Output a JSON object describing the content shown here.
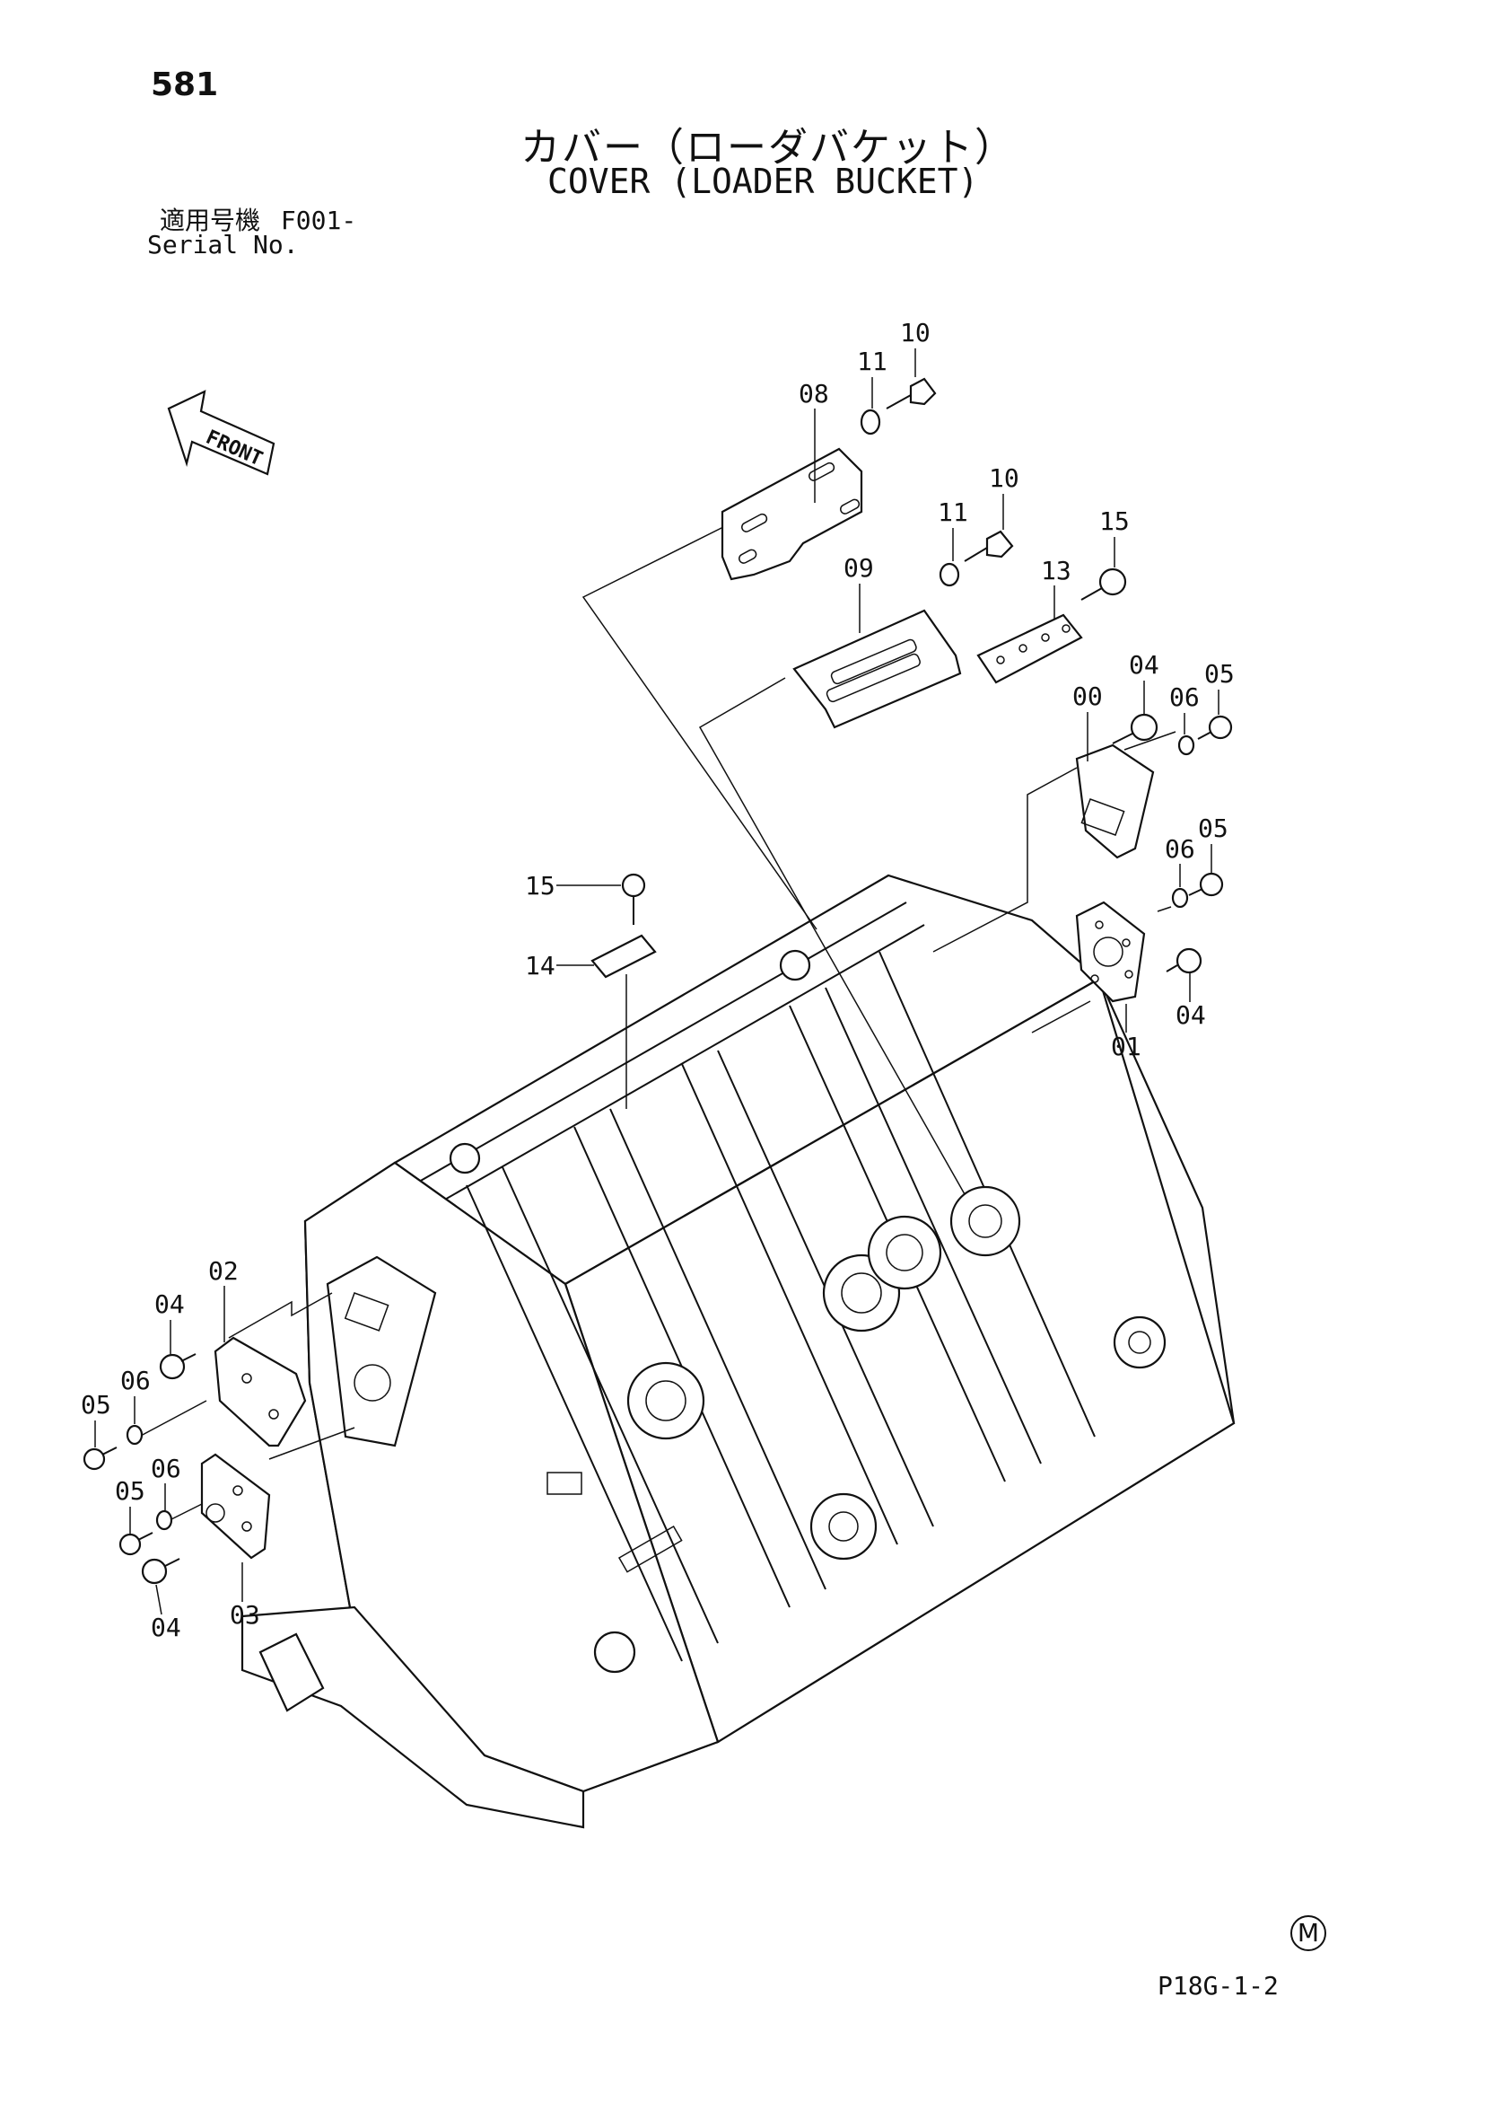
{
  "header": {
    "page_number": "581",
    "title_ja": "カバー（ローダバケット）",
    "title_en": "COVER (LOADER BUCKET)",
    "serial_label_ja": "適用号機",
    "serial_value": "F001-",
    "serial_label_en": "Serial No."
  },
  "front_arrow": {
    "label": "FRONT"
  },
  "callouts": {
    "c08": "08",
    "c11a": "11",
    "c10a": "10",
    "c11b": "11",
    "c10b": "10",
    "c09": "09",
    "c13": "13",
    "c15a": "15",
    "c00": "00",
    "c04a": "04",
    "c06a": "06",
    "c05a": "05",
    "c06b": "06",
    "c05b": "05",
    "c04b": "04",
    "c01": "01",
    "c15b": "15",
    "c14": "14",
    "c02": "02",
    "c04c": "04",
    "c06c": "06",
    "c05c": "05",
    "c06d": "06",
    "c05d": "05",
    "c04d": "04",
    "c03": "03"
  },
  "footer": {
    "mark": "M",
    "drawing_code": "P18G-1-2"
  }
}
